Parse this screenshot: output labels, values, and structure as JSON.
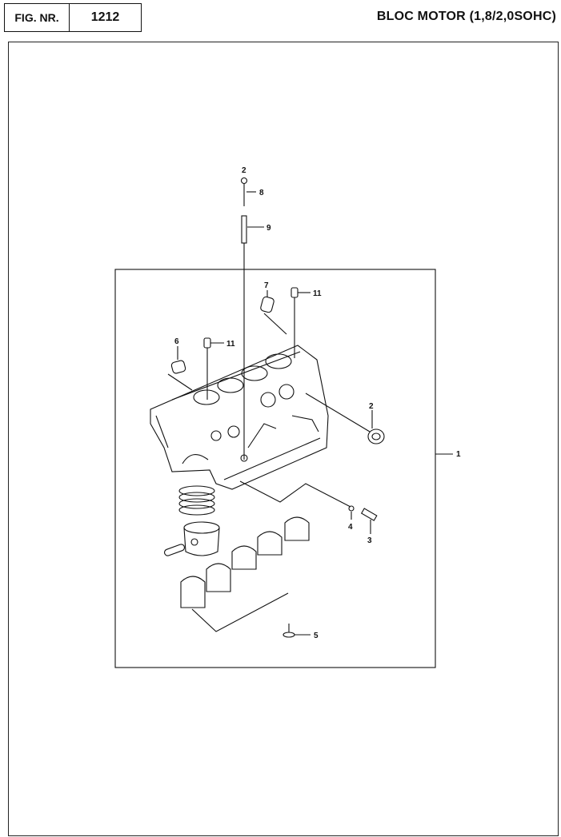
{
  "header": {
    "fig_label": "FIG. NR.",
    "fig_number": "1212",
    "title": "BLOC MOTOR (1,8/2,0SOHC)"
  },
  "callouts": {
    "c1": "1",
    "c2_top": "2",
    "c2_plug": "2",
    "c3": "3",
    "c4": "4",
    "c5": "5",
    "c6": "6",
    "c7": "7",
    "c8": "8",
    "c9": "9",
    "c11_left": "11",
    "c11_right": "11"
  }
}
